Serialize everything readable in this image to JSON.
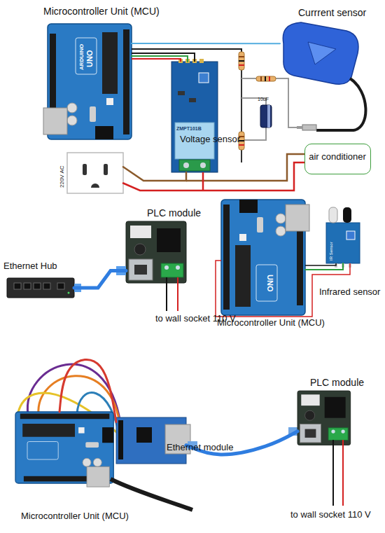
{
  "diagram": {
    "nodes": [
      {
        "text": [
          "Microcontroller Unit (MCU)"
        ]
      },
      {
        "text": [
          "Currrent sensor"
        ]
      },
      {
        "text": [
          "ZMPT101B",
          "Voltage sensor"
        ]
      },
      {
        "text": [
          "220V AC"
        ]
      },
      {
        "text": [
          "air conditioner"
        ]
      },
      {
        "text": [
          "PLC module"
        ]
      },
      {
        "text": [
          "Ethernet Hub"
        ]
      },
      {
        "text": [
          "Microcontroller Unit (MCU)"
        ]
      },
      {
        "text": [
          "Infrared sensor"
        ]
      },
      {
        "text": [
          "Microcontroller Unit (MCU)"
        ]
      },
      {
        "text": [
          "Ethernet module"
        ]
      },
      {
        "text": [
          "PLC module"
        ]
      }
    ],
    "edges": [
      {
        "from": 0,
        "to": 1,
        "arrow": "none"
      },
      {
        "from": 0,
        "to": 2,
        "arrow": "none"
      },
      {
        "from": 3,
        "to": 2,
        "arrow": "none"
      },
      {
        "from": 3,
        "to": 4,
        "arrow": "none"
      },
      {
        "from": 6,
        "to": 5,
        "arrow": "none"
      },
      {
        "from": 7,
        "to": 8,
        "arrow": "none"
      },
      {
        "from": 9,
        "to": 10,
        "arrow": "none"
      },
      {
        "from": 10,
        "to": 11,
        "arrow": "none"
      }
    ],
    "labels": [
      "ARDUINO",
      "UNO",
      "10uF",
      "to wall socket 110 V",
      "UNO",
      "IR Sensor",
      "to wall socket 110 V"
    ]
  }
}
